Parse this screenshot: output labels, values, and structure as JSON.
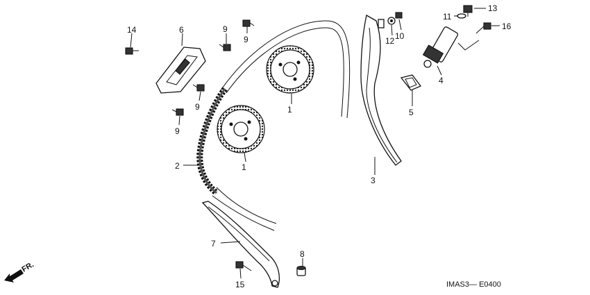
{
  "callouts": [
    "1",
    "1",
    "2",
    "3",
    "4",
    "5",
    "6",
    "7",
    "8",
    "9",
    "9",
    "9",
    "9",
    "10",
    "11",
    "12",
    "13",
    "14",
    "15",
    "16"
  ],
  "diagram_code": "IMAS3— E0400",
  "direction_label": "FR."
}
